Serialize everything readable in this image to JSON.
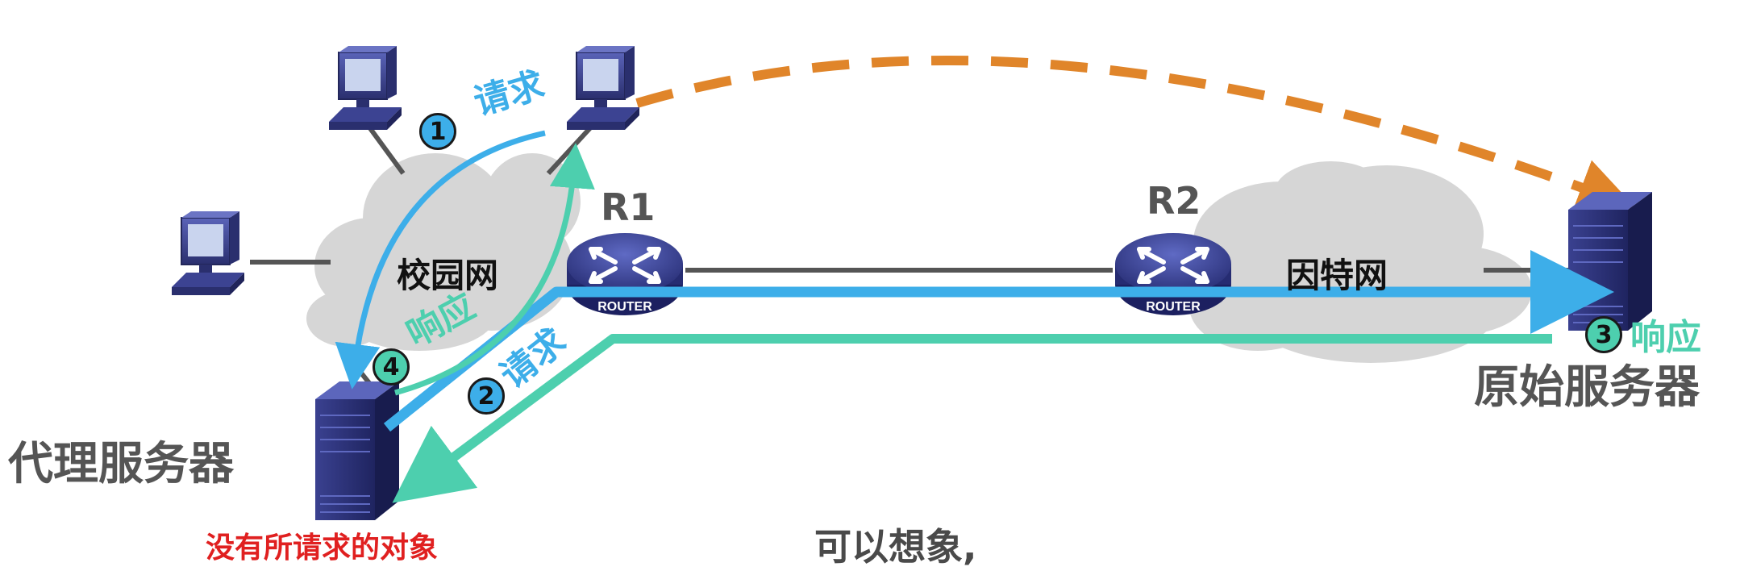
{
  "colors": {
    "blue": "#3daee9",
    "teal": "#4dcfae",
    "orange": "#e0852a",
    "red": "#e02020",
    "gray": "#555555"
  },
  "routers": [
    {
      "name": "R1",
      "badge": "ROUTER"
    },
    {
      "name": "R2",
      "badge": "ROUTER"
    }
  ],
  "networks": {
    "campus": "校园网",
    "internet": "因特网"
  },
  "servers": {
    "proxy": "代理服务器",
    "origin": "原始服务器"
  },
  "steps": [
    {
      "num": "1",
      "label": "请求"
    },
    {
      "num": "2",
      "label": "请求"
    },
    {
      "num": "3",
      "label": "响应"
    },
    {
      "num": "4",
      "label": "响应"
    }
  ],
  "note": "没有所请求的对象",
  "subtitle": "可以想象,",
  "icons": [
    "pc-icon",
    "server-icon",
    "router-icon",
    "cloud-icon"
  ]
}
